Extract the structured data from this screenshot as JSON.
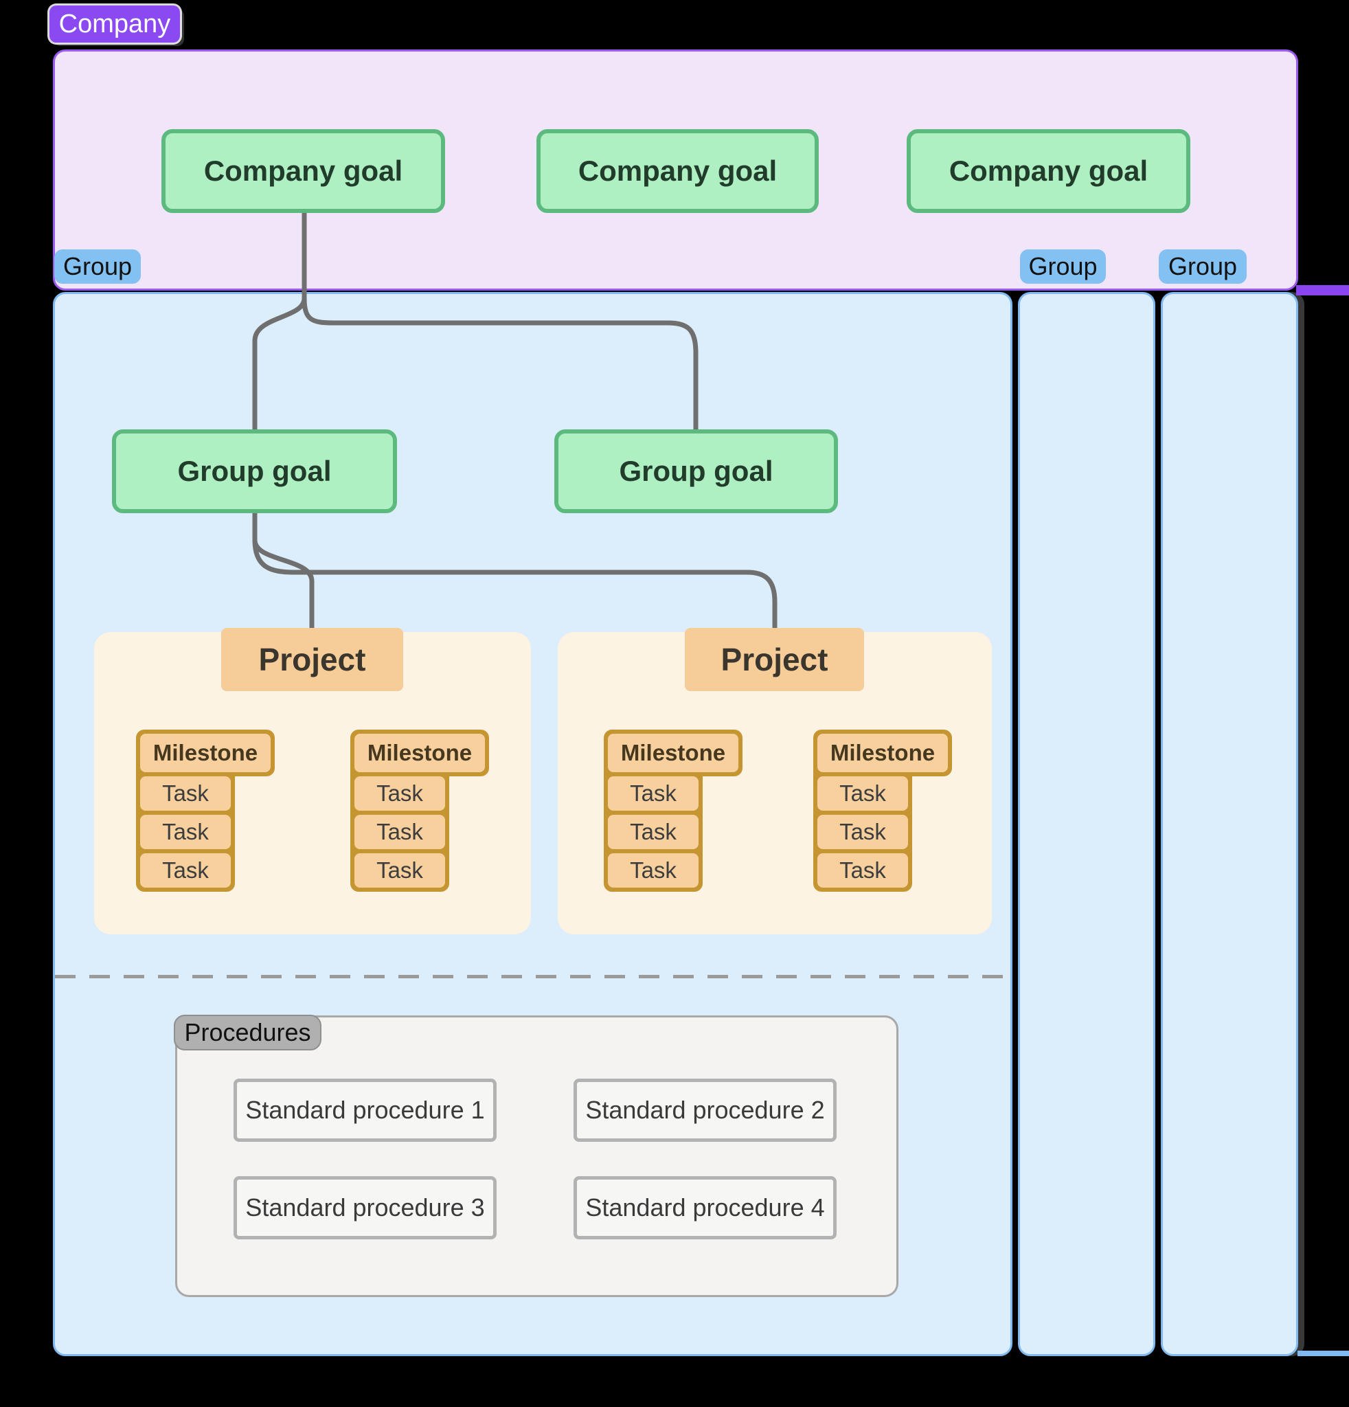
{
  "company": {
    "badge_label": "Company",
    "goal_labels": [
      "Company goal",
      "Company goal",
      "Company goal"
    ]
  },
  "group_badges": [
    "Group",
    "Group",
    "Group"
  ],
  "group_goal_labels": [
    "Group goal",
    "Group goal"
  ],
  "projects": [
    {
      "label": "Project",
      "milestones": [
        {
          "label": "Milestone",
          "tasks": [
            "Task",
            "Task",
            "Task"
          ]
        },
        {
          "label": "Milestone",
          "tasks": [
            "Task",
            "Task",
            "Task"
          ]
        }
      ]
    },
    {
      "label": "Project",
      "milestones": [
        {
          "label": "Milestone",
          "tasks": [
            "Task",
            "Task",
            "Task"
          ]
        },
        {
          "label": "Milestone",
          "tasks": [
            "Task",
            "Task",
            "Task"
          ]
        }
      ]
    }
  ],
  "procedures": {
    "badge_label": "Procedures",
    "items": [
      "Standard procedure 1",
      "Standard procedure 2",
      "Standard procedure 3",
      "Standard procedure 4"
    ]
  },
  "colors": {
    "company_badge": "#8b49f2",
    "company_container_fill": "#f1e5fa",
    "company_container_border": "#9b5af2",
    "group_badge": "#83c1f3",
    "group_container_fill": "#dcedfc",
    "group_container_border": "#80baf1",
    "goal_fill": "#aff0c3",
    "goal_border": "#5cba7f",
    "project_container_fill": "#fdf3e2",
    "project_header_fill": "#f6cd99",
    "milestone_gold": "#c59531",
    "milestone_cell_fill": "#f8d09e",
    "procedures_fill": "#f4f3f1",
    "procedures_border": "#a8a8a8",
    "procedure_badge_fill": "#b0b0b0",
    "connector": "#6f6f6f"
  }
}
